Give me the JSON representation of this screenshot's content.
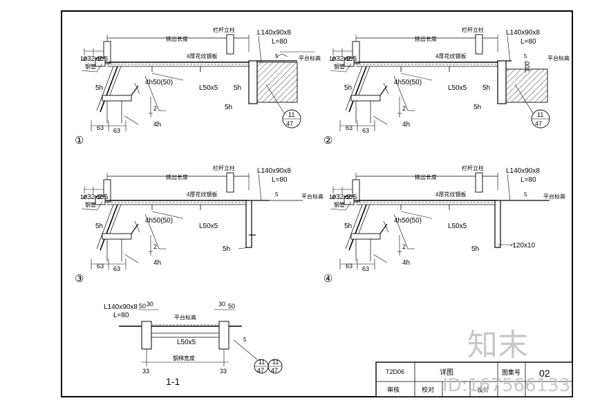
{
  "sheet": {
    "details": [
      {
        "number": "①",
        "labels": {
          "overhang": "挑出长度",
          "column": "栏杆立柱",
          "angle": "L140x90x8",
          "angle_len": "L=80",
          "pipe": "ø32x2.5",
          "pipe_note": "钢管",
          "steel_plate": "4厚花纹钢板",
          "platform": "平台标高",
          "bolt": "4h50(50)",
          "rail_angle": "L50x5",
          "weld_a": "5h",
          "weld_b": "5h",
          "weld_c": "5h",
          "weld_d": "4h",
          "dim_10a": "10",
          "dim_10b": "10",
          "dim_63a": "63",
          "dim_63b": "63",
          "dim_2": "2",
          "ref_top": "11",
          "ref_bottom": "47",
          "weld_sym": "5"
        }
      },
      {
        "number": "②",
        "labels": {
          "overhang": "挑出长度",
          "column": "栏杆立柱",
          "angle": "L140x90x8",
          "angle_len": "L=80",
          "pipe": "ø32x2.5",
          "pipe_note": "钢管",
          "steel_plate": "4厚花纹钢板",
          "platform": "平台标高",
          "bolt": "4h50(50)",
          "rail_angle": "L50x5",
          "weld_a": "5h",
          "weld_b": "5h",
          "weld_c": "5h",
          "weld_d": "4h",
          "dim_10a": "10",
          "dim_10b": "10",
          "dim_63a": "63",
          "dim_63b": "63",
          "dim_2": "2",
          "dim_100": "100",
          "ref_top": "11",
          "ref_bottom": "47",
          "weld_sym": "5"
        }
      },
      {
        "number": "③",
        "labels": {
          "overhang": "挑出长度",
          "column": "栏杆立柱",
          "angle": "L140x90x8",
          "angle_len": "L=80",
          "pipe": "ø32x2.5",
          "pipe_note": "钢管",
          "steel_plate": "4厚花纹钢板",
          "platform": "平台标高",
          "bolt": "4h50(50)",
          "rail_angle": "L50x5",
          "weld_a": "5h",
          "weld_b": "5h",
          "weld_d": "4h",
          "dim_10a": "10",
          "dim_10b": "10",
          "dim_63a": "63",
          "dim_63b": "63",
          "dim_2": "2",
          "weld_sym": "5"
        }
      },
      {
        "number": "④",
        "labels": {
          "overhang": "挑出长度",
          "column": "栏杆立柱",
          "angle": "L140x90x8",
          "angle_len": "L=80",
          "pipe": "ø32x2.5",
          "pipe_note": "钢管",
          "steel_plate": "4厚花纹钢板",
          "platform": "平台标高",
          "bolt": "4h50(50)",
          "rail_angle": "L50x5",
          "weld_a": "5h",
          "weld_b": "5h",
          "weld_d": "4h",
          "dim_10a": "10",
          "dim_10b": "10",
          "dim_63a": "63",
          "dim_63b": "63",
          "dim_2": "2",
          "plate": "-120x10",
          "weld_sym": "5"
        }
      }
    ],
    "section": {
      "title": "1-1",
      "angle": "L140x90x8",
      "angle_len": "L=80",
      "dim_50a": "50",
      "dim_30a": "30",
      "dim_30b": "30",
      "dim_50b": "50",
      "platform": "平台标高",
      "rail_angle": "L50x5",
      "width": "钢梯宽度",
      "dim_33a": "33",
      "dim_33b": "33",
      "weld_sym": "5",
      "ref_a_top": "11",
      "ref_a_bottom": "47",
      "ref_b_top": "11",
      "ref_b_bottom": "47"
    },
    "title_block": {
      "code": "T2D06",
      "name": "详图",
      "drawing_no_label": "图集号",
      "sheet_no": "02",
      "review": "审核",
      "check": "校对",
      "design": "设计"
    },
    "watermark": {
      "logo": "知末",
      "id": "ID:167566133"
    }
  }
}
